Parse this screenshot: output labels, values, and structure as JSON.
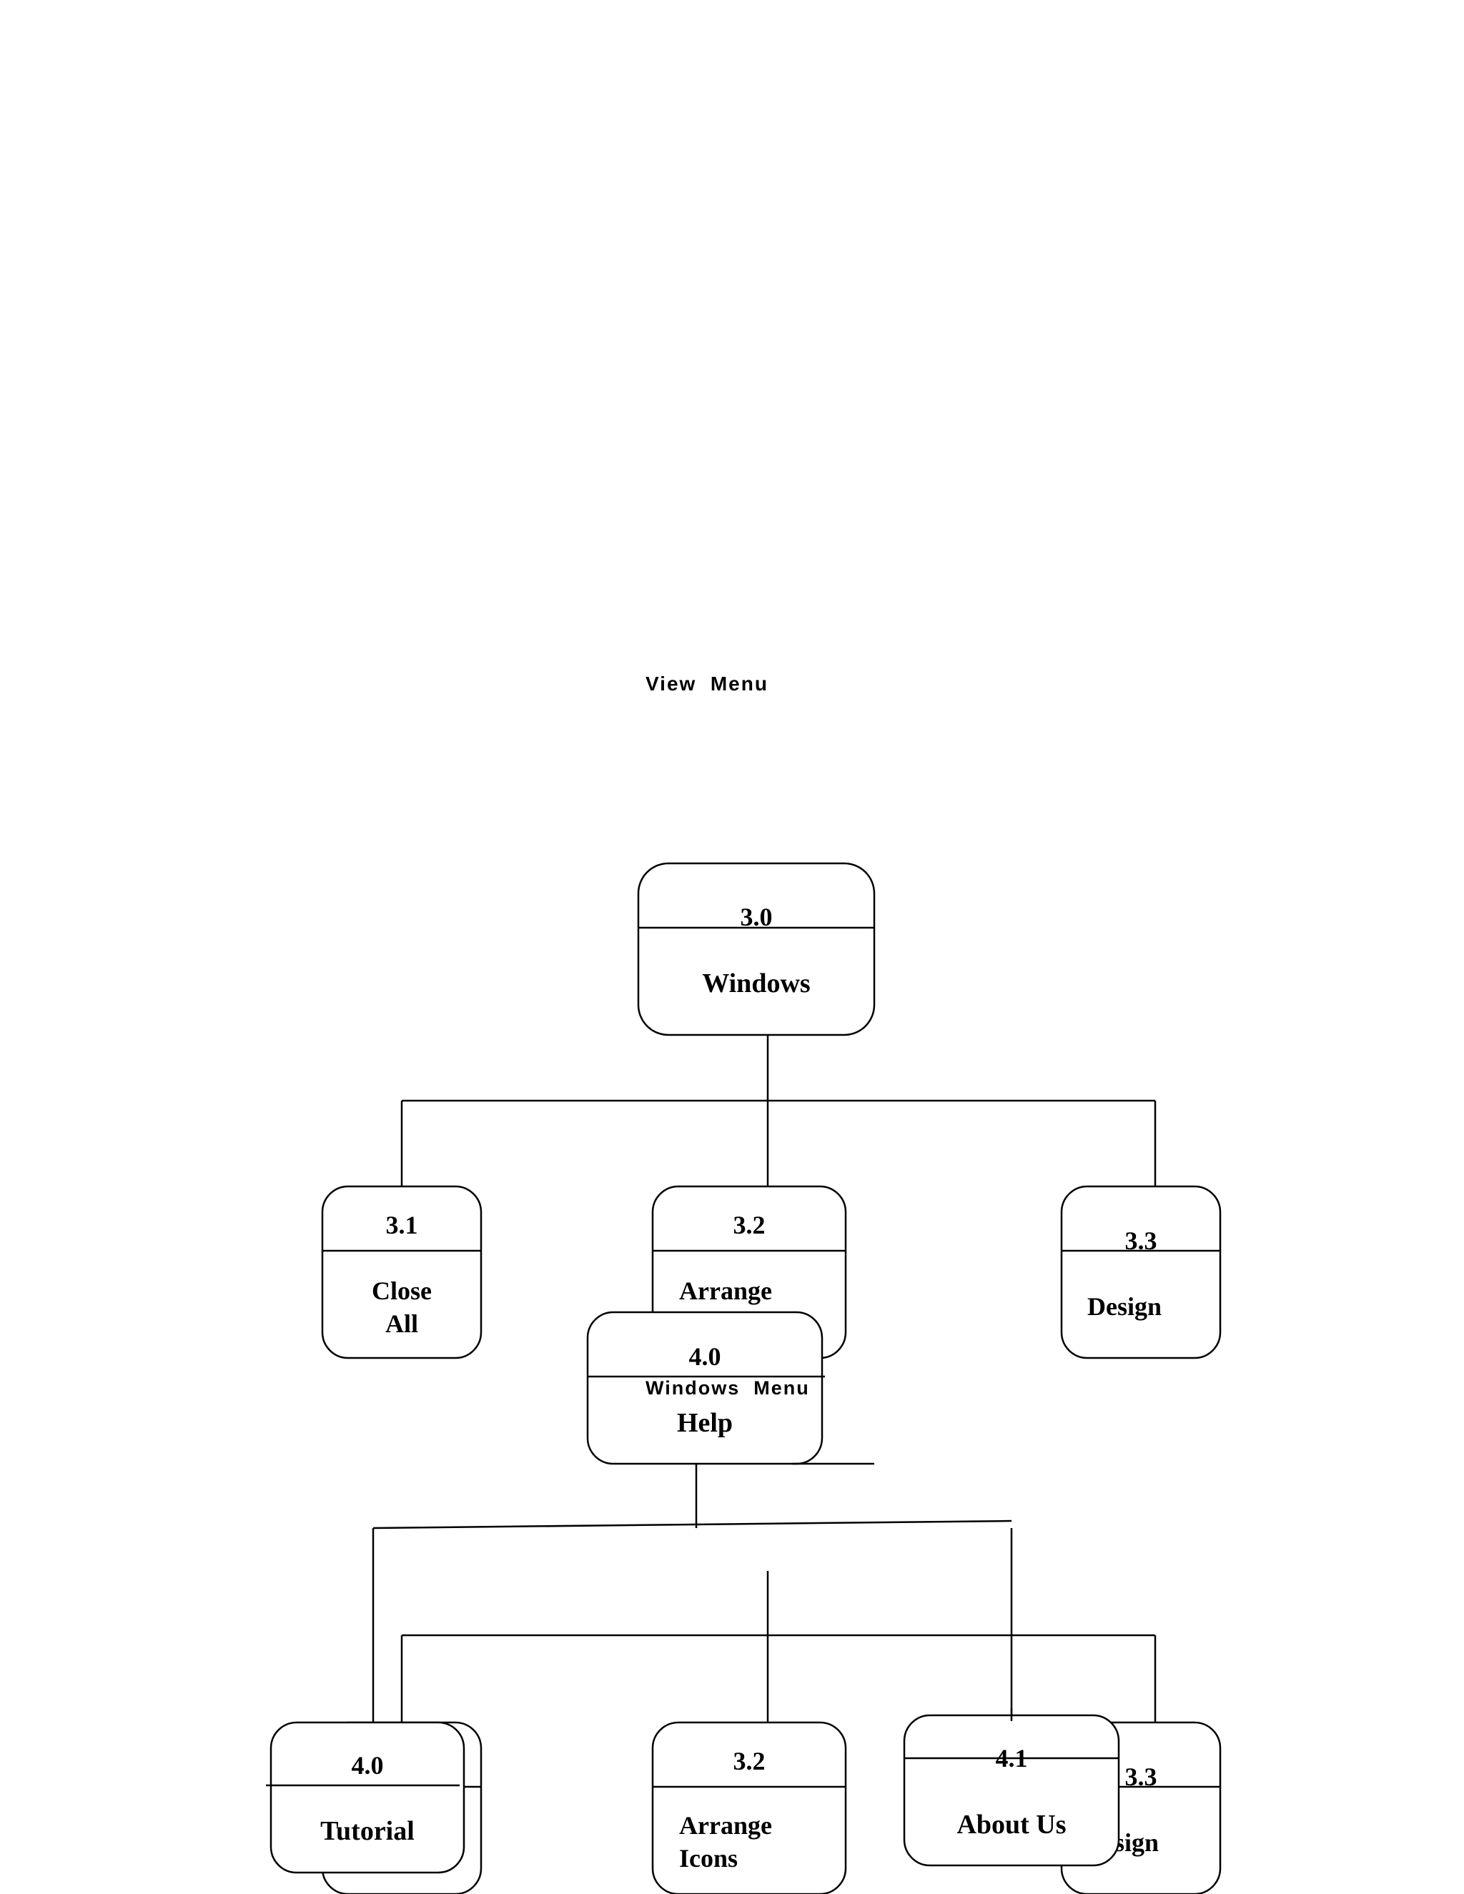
{
  "page_labels": {
    "view_menu": "View  Menu",
    "windows_menu": "Windows  Menu"
  },
  "boxes": {
    "b30": {
      "id": "3.0",
      "lines": [
        "Windows"
      ]
    },
    "b31": {
      "id": "3.1",
      "lines": [
        "Close",
        "All"
      ]
    },
    "b32": {
      "id": "3.2",
      "lines": [
        "Arrange"
      ]
    },
    "b33": {
      "id": "3.3",
      "lines": [
        "Design"
      ]
    },
    "b40": {
      "id": "4.0",
      "lines": [
        "Help"
      ]
    },
    "b40t": {
      "id": "4.0",
      "lines": [
        "Tutorial"
      ]
    },
    "b32b": {
      "id": "3.2",
      "lines": [
        "Arrange",
        "Icons"
      ]
    },
    "b41": {
      "id": "4.1",
      "lines": [
        "About Us"
      ]
    },
    "b33b": {
      "id": "3.3",
      "lines": [
        "sign"
      ]
    }
  },
  "colors": {
    "stroke": "#000000",
    "fill": "#ffffff",
    "text": "#000000"
  }
}
